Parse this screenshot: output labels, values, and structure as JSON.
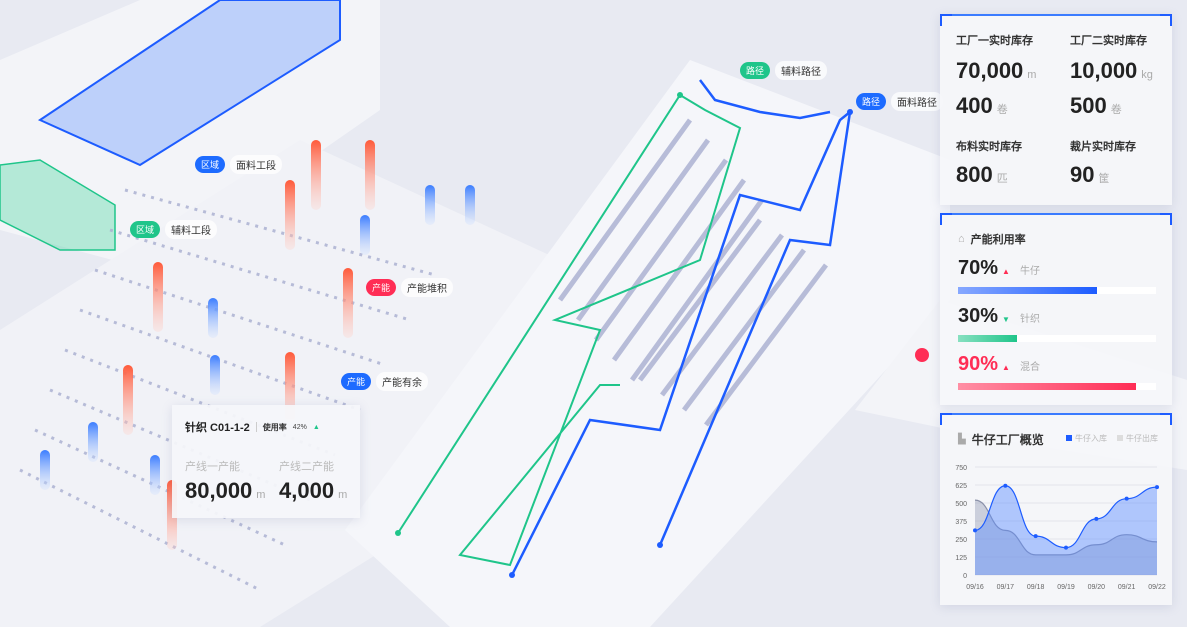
{
  "map_labels": [
    {
      "tag": "区域",
      "text": "面料工段",
      "color": "#1d6bff"
    },
    {
      "tag": "区域",
      "text": "辅料工段",
      "color": "#1fc58a"
    },
    {
      "tag": "产能",
      "text": "产能堆积",
      "color": "#ff2d55"
    },
    {
      "tag": "产能",
      "text": "产能有余",
      "color": "#1d6bff"
    },
    {
      "tag": "路径",
      "text": "辅料路径",
      "color": "#1fc58a"
    },
    {
      "tag": "路径",
      "text": "面料路径",
      "color": "#1d6bff"
    }
  ],
  "inventory": {
    "f1_title": "工厂一实时库存",
    "f1_v1": "70,000",
    "f1_u1": "m",
    "f1_v2": "400",
    "f1_u2": "卷",
    "f2_title": "工厂二实时库存",
    "f2_v1": "10,000",
    "f2_u1": "kg",
    "f2_v2": "500",
    "f2_u2": "卷",
    "cloth_title": "布料实时库存",
    "cloth_v": "800",
    "cloth_u": "匹",
    "cut_title": "裁片实时库存",
    "cut_v": "90",
    "cut_u": "筐"
  },
  "capacity": {
    "title": "产能利用率",
    "items": [
      {
        "pct": "70%",
        "value": 70,
        "label": "牛仔",
        "trend": "up",
        "color": "#1d5cff"
      },
      {
        "pct": "30%",
        "value": 30,
        "label": "针织",
        "trend": "down",
        "color": "#1fc58a"
      },
      {
        "pct": "90%",
        "value": 90,
        "label": "混合",
        "trend": "up",
        "color": "#ff2d55"
      }
    ]
  },
  "machine_card": {
    "name": "针织 C01-1-2",
    "usage_label": "使用率",
    "usage": "42%",
    "l1_label": "产线一产能",
    "l1_value": "80,000",
    "l1_unit": "m",
    "l2_label": "产线二产能",
    "l2_value": "4,000",
    "l2_unit": "m"
  },
  "chart_data": {
    "type": "area",
    "title": "牛仔工厂概览",
    "categories": [
      "09/16",
      "09/17",
      "09/18",
      "09/19",
      "09/20",
      "09/21",
      "09/22"
    ],
    "series": [
      {
        "name": "牛仔入库",
        "color": "#1d5cff",
        "values": [
          310,
          620,
          270,
          190,
          390,
          530,
          610
        ]
      },
      {
        "name": "牛仔出库",
        "color": "#c8c8d0",
        "values": [
          520,
          310,
          140,
          140,
          210,
          280,
          230
        ]
      }
    ],
    "yticks": [
      "0",
      "125",
      "250",
      "375",
      "500",
      "625",
      "750"
    ],
    "ylim": [
      0,
      750
    ]
  }
}
